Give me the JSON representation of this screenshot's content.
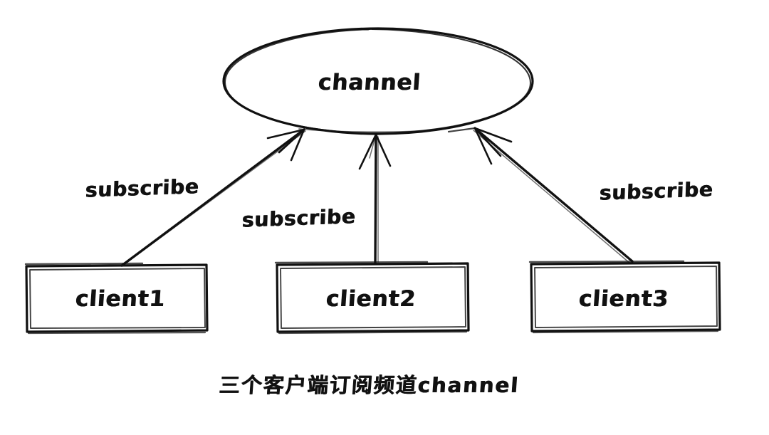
{
  "diagram": {
    "type": "hand-drawn-sketch",
    "background_color": "#ffffff",
    "ink_color": "#111111",
    "channel": {
      "label": "channel",
      "shape": "ellipse"
    },
    "clients": [
      {
        "label": "client1",
        "shape": "rectangle"
      },
      {
        "label": "client2",
        "shape": "rectangle"
      },
      {
        "label": "client3",
        "shape": "rectangle"
      }
    ],
    "edges": [
      {
        "from": "client1",
        "to": "channel",
        "label": "subscribe"
      },
      {
        "from": "client2",
        "to": "channel",
        "label": "subscribe"
      },
      {
        "from": "client3",
        "to": "channel",
        "label": "subscribe"
      }
    ],
    "caption": "三个客户端订阅频道channel"
  }
}
